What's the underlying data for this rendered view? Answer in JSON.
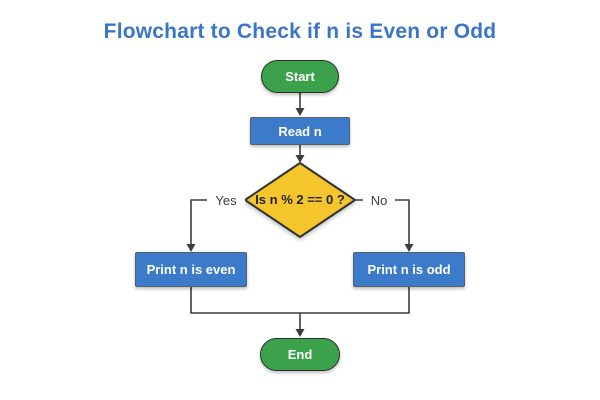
{
  "title": "Flowchart to Check if n is Even or Odd",
  "nodes": {
    "start": {
      "label": "Start",
      "type": "terminator"
    },
    "read": {
      "label": "Read n",
      "type": "process"
    },
    "decision": {
      "label": "Is n % 2 == 0 ?",
      "type": "decision"
    },
    "even": {
      "label": "Print n is even",
      "type": "process"
    },
    "odd": {
      "label": "Print n is odd",
      "type": "process"
    },
    "end": {
      "label": "End",
      "type": "terminator"
    }
  },
  "edges": {
    "yes_label": "Yes",
    "no_label": "No"
  },
  "colors": {
    "title_text": "#3a76c5",
    "terminator_fill": "#3ba24b",
    "process_fill": "#3b7bca",
    "decision_fill": "#f5c52e",
    "shape_border_dark": "#2e2e2e",
    "process_border": "#55606b",
    "connector": "#3d3d3d",
    "node_text": "#ffffff",
    "decision_text": "#222222",
    "branch_label_text": "#3f3f3f",
    "background": "#ffffff"
  }
}
